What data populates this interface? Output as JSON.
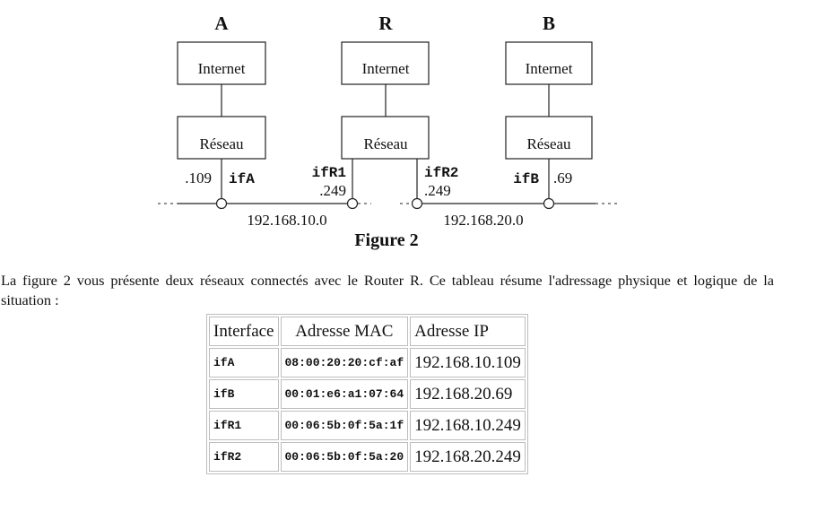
{
  "figure": {
    "nodes": [
      {
        "label": "A",
        "top_box": "Internet",
        "bottom_box": "Réseau"
      },
      {
        "label": "R",
        "top_box": "Internet",
        "bottom_box": "Réseau"
      },
      {
        "label": "B",
        "top_box": "Internet",
        "bottom_box": "Réseau"
      }
    ],
    "interfaces": [
      {
        "name": "ifA",
        "addr": ".109"
      },
      {
        "name": "ifR1",
        "addr": ".249"
      },
      {
        "name": "ifR2",
        "addr": ".249"
      },
      {
        "name": "ifB",
        "addr": ".69"
      }
    ],
    "networks": [
      "192.168.10.0",
      "192.168.20.0"
    ],
    "caption": "Figure 2"
  },
  "paragraph": "La figure 2 vous présente deux réseaux connectés avec le Router R. Ce tableau résume l'adressage physique et logique de la situation :",
  "table": {
    "headers": [
      "Interface",
      "Adresse MAC",
      "Adresse IP"
    ],
    "rows": [
      [
        "ifA",
        "08:00:20:20:cf:af",
        "192.168.10.109"
      ],
      [
        "ifB",
        "00:01:e6:a1:07:64",
        "192.168.20.69"
      ],
      [
        "ifR1",
        "00:06:5b:0f:5a:1f",
        "192.168.10.249"
      ],
      [
        "ifR2",
        "00:06:5b:0f:5a:20",
        "192.168.20.249"
      ]
    ]
  }
}
